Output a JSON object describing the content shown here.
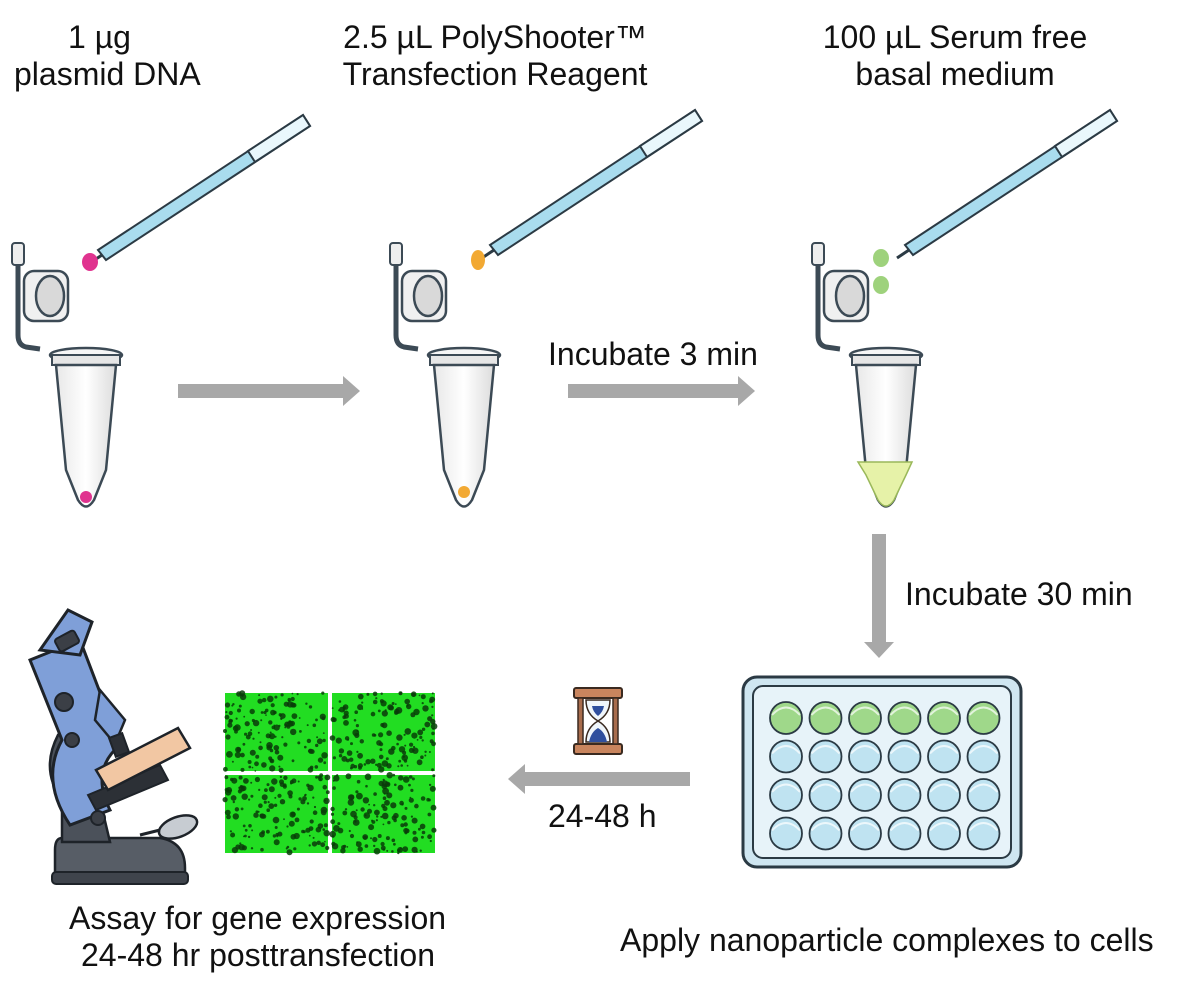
{
  "steps": {
    "dna": {
      "line1": "1 µg",
      "line2": "plasmid DNA",
      "drop_color": "#e0338f"
    },
    "reagent": {
      "line1": "2.5 µL PolyShooter™",
      "line2": "Transfection Reagent",
      "drop_color": "#f2a933"
    },
    "medium": {
      "line1": "100 µL Serum free",
      "line2": "basal medium",
      "drop_color": "#9ed27c",
      "liquid_color": "#e6f2a8"
    }
  },
  "arrows": {
    "incubate_short": "Incubate 3 min",
    "incubate_long": "Incubate 30 min",
    "duration": "24-48 h",
    "arrow_color": "#a8a8a8"
  },
  "plate": {
    "caption": "Apply nanoparticle complexes to cells",
    "rows": 4,
    "cols": 6,
    "filled_rows": 1,
    "filled_color": "#9fd88a",
    "empty_color": "#bfe3f1"
  },
  "assay": {
    "line1": "Assay for gene expression",
    "line2": "24-48 hr posttransfection",
    "image_color": "#22dd22"
  },
  "icons": {
    "pipette": "pipette-icon",
    "tube": "microcentrifuge-tube-icon",
    "hourglass": "hourglass-icon",
    "microscope": "microscope-icon",
    "plate": "well-plate-icon"
  }
}
